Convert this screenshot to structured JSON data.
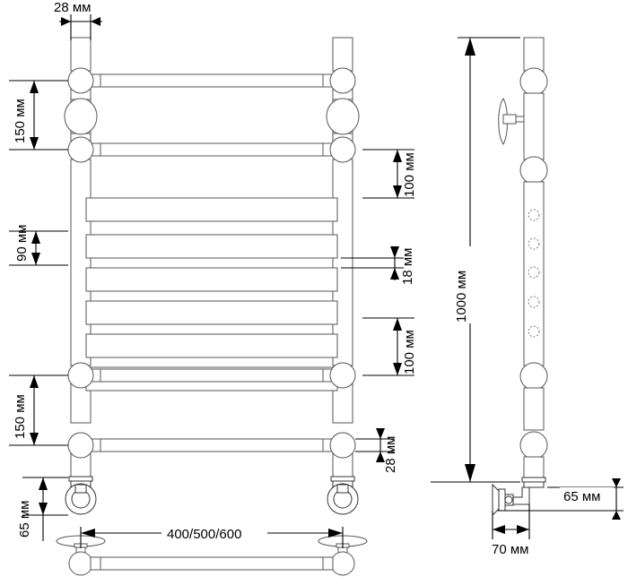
{
  "drawing": {
    "title": "Towel rail technical drawing",
    "units": "мм",
    "views": {
      "front": {
        "name": "front-view"
      },
      "side": {
        "name": "side-view"
      },
      "bottom_bar": {
        "name": "bottom-towel-bar-view"
      }
    }
  },
  "dimensions": {
    "tube_diameter": "28 мм",
    "top_gap_150": "150 мм",
    "mid_spacing_90": "90 мм",
    "rung_spacing_100_top": "100 мм",
    "rung_thickness_18": "18 мм",
    "rung_spacing_100_bottom": "100 мм",
    "bottom_gap_150": "150 мм",
    "bottom_tube_28": "28 мм",
    "foot_height_65": "65 мм",
    "width_options": "400/500/600",
    "total_height_1000": "1000 мм",
    "wall_offset_65": "65 мм",
    "bracket_depth_70": "70 мм"
  },
  "colors": {
    "line": "#000000",
    "part_outline": "#555555",
    "hidden_line": "#777777",
    "background": "#ffffff"
  },
  "side_view": {
    "hidden_rung_holes": 5,
    "wall_bracket": "wall-mount-bracket",
    "inlet_valve": "inlet-valve-elbow"
  },
  "front_view": {
    "wide_rungs": 6,
    "narrow_rungs": 4,
    "sphere_joints": 4,
    "oval_joints": 2,
    "feet": 2
  },
  "bottom_bar_view": {
    "brackets": 2,
    "bar": "towel-bar"
  }
}
